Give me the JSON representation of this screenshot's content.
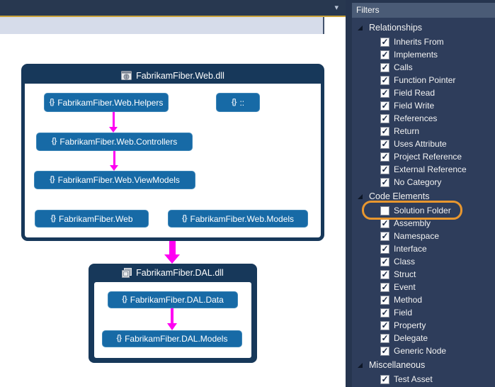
{
  "document": {
    "tab_caret": "▾"
  },
  "diagram": {
    "namespace_glyph": "{}",
    "web_assembly": {
      "title": "FabrikamFiber.Web.dll",
      "icon": "web-application-icon",
      "nodes": [
        {
          "label": "FabrikamFiber.Web.Helpers"
        },
        {
          "label": "::"
        },
        {
          "label": "FabrikamFiber.Web.Controllers"
        },
        {
          "label": "FabrikamFiber.Web.ViewModels"
        },
        {
          "label": "FabrikamFiber.Web"
        },
        {
          "label": "FabrikamFiber.Web.Models"
        }
      ]
    },
    "dal_assembly": {
      "title": "FabrikamFiber.DAL.dll",
      "icon": "assembly-icon",
      "nodes": [
        {
          "label": "FabrikamFiber.DAL.Data"
        },
        {
          "label": "FabrikamFiber.DAL.Models"
        }
      ]
    },
    "edges": [
      {
        "from": "FabrikamFiber.Web.Helpers",
        "to": "FabrikamFiber.Web.Controllers",
        "color": "#ff00f2"
      },
      {
        "from": "FabrikamFiber.Web.Controllers",
        "to": "FabrikamFiber.Web.ViewModels",
        "color": "#ff00f2"
      },
      {
        "from": "FabrikamFiber.Web.dll",
        "to": "FabrikamFiber.DAL.dll",
        "color": "#ff00f2"
      },
      {
        "from": "FabrikamFiber.DAL.Data",
        "to": "FabrikamFiber.DAL.Models",
        "color": "#ff00f2"
      }
    ]
  },
  "filters_panel": {
    "title": "Filters",
    "highlight_color": "#e8972f",
    "sections": [
      {
        "label": "Relationships",
        "expanded": true,
        "items": [
          {
            "label": "Inherits From",
            "checked": true
          },
          {
            "label": "Implements",
            "checked": true
          },
          {
            "label": "Calls",
            "checked": true
          },
          {
            "label": "Function Pointer",
            "checked": true
          },
          {
            "label": "Field Read",
            "checked": true
          },
          {
            "label": "Field Write",
            "checked": true
          },
          {
            "label": "References",
            "checked": true
          },
          {
            "label": "Return",
            "checked": true
          },
          {
            "label": "Uses Attribute",
            "checked": true
          },
          {
            "label": "Project Reference",
            "checked": true
          },
          {
            "label": "External Reference",
            "checked": true
          },
          {
            "label": "No Category",
            "checked": true
          }
        ]
      },
      {
        "label": "Code Elements",
        "expanded": true,
        "items": [
          {
            "label": "Solution Folder",
            "checked": false,
            "highlighted": true
          },
          {
            "label": "Assembly",
            "checked": true
          },
          {
            "label": "Namespace",
            "checked": true
          },
          {
            "label": "Interface",
            "checked": true
          },
          {
            "label": "Class",
            "checked": true
          },
          {
            "label": "Struct",
            "checked": true
          },
          {
            "label": "Event",
            "checked": true
          },
          {
            "label": "Method",
            "checked": true
          },
          {
            "label": "Field",
            "checked": true
          },
          {
            "label": "Property",
            "checked": true
          },
          {
            "label": "Delegate",
            "checked": true
          },
          {
            "label": "Generic Node",
            "checked": true
          }
        ]
      },
      {
        "label": "Miscellaneous",
        "expanded": true,
        "items": [
          {
            "label": "Test Asset",
            "checked": true
          }
        ]
      }
    ]
  },
  "colors": {
    "container_navy": "#17385a",
    "node_blue": "#176aa6",
    "edge_magenta": "#ff00f2",
    "panel_bg": "#2e3d5b",
    "panel_titlebar": "#4a5b76",
    "topbar": "#283850",
    "gold_line": "#c9a23a",
    "toolbar_strip": "#d6dcea"
  }
}
